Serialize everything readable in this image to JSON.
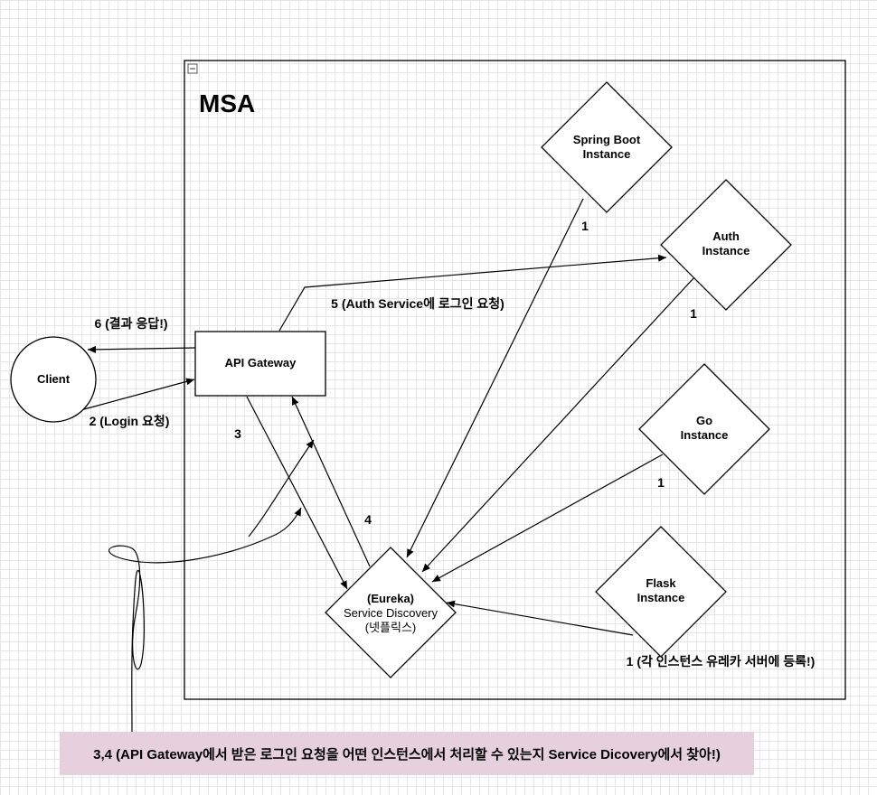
{
  "container": {
    "title": "MSA"
  },
  "nodes": {
    "client": "Client",
    "api_gateway": "API Gateway",
    "spring_boot": [
      "Spring Boot",
      "Instance"
    ],
    "auth": [
      "Auth",
      "Instance"
    ],
    "go": [
      "Go",
      "Instance"
    ],
    "flask": [
      "Flask",
      "Instance"
    ],
    "eureka": [
      "(Eureka)",
      "Service Discovery",
      "(넷플릭스)"
    ]
  },
  "edge_labels": {
    "result_response": "6 (결과 응답!)",
    "login_request": "2 (Login 요청)",
    "auth_login": "5 (Auth Service에 로그인 요청)",
    "step3": "3",
    "step4": "4",
    "register_spring": "1",
    "register_auth": "1",
    "register_go": "1",
    "register_flask": "1 (각 인스턴스 유레카 서버에 등록!)"
  },
  "note": "3,4 (API Gateway에서 받은 로그인 요청을 어떤 인스턴스에서 처리할 수 있는지 Service Dicovery에서 찾아!)"
}
